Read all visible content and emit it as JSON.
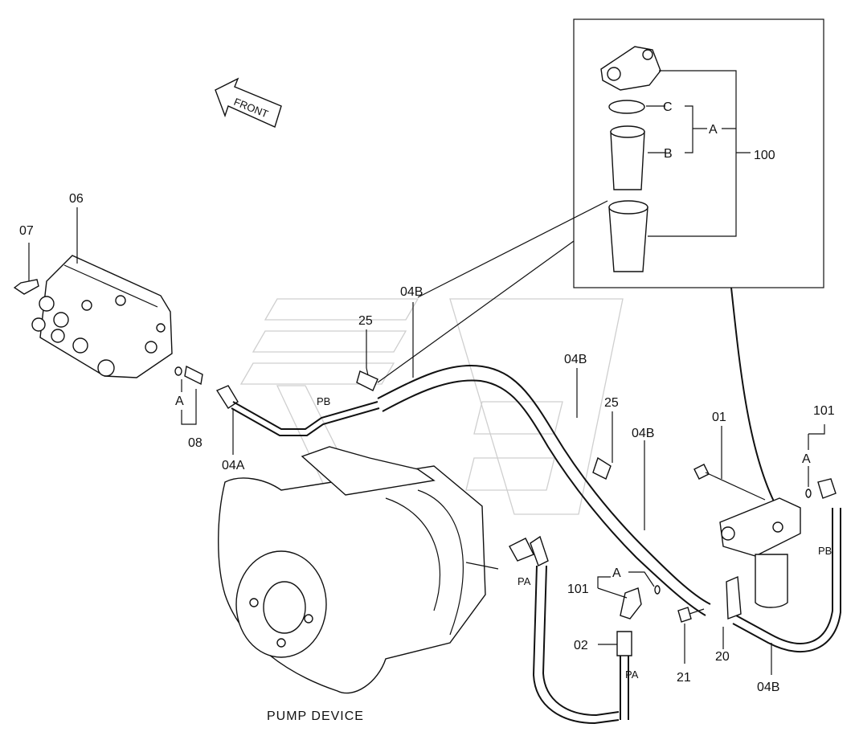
{
  "diagram": {
    "front_label": "FRONT",
    "caption": "PUMP DEVICE",
    "part_labels": {
      "p06": "06",
      "p07": "07",
      "p08": "08",
      "p04A": "04A",
      "p25a": "25",
      "p04B_top": "04B",
      "p04B_mid": "04B",
      "p25b": "25",
      "p04B_right": "04B",
      "p01": "01",
      "p101_top": "101",
      "p101_bottom": "101",
      "p02": "02",
      "p21": "21",
      "p20": "20",
      "p04B_bottom": "04B",
      "p100": "100"
    },
    "callouts": {
      "A_filter": "A",
      "B_filter": "B",
      "C_filter": "C",
      "A_08": "A",
      "A_101_top": "A",
      "A_101_bottom": "A"
    },
    "port_labels": {
      "PB_left": "PB",
      "PB_right": "PB",
      "PA_pump": "PA",
      "PA_02": "PA"
    }
  }
}
